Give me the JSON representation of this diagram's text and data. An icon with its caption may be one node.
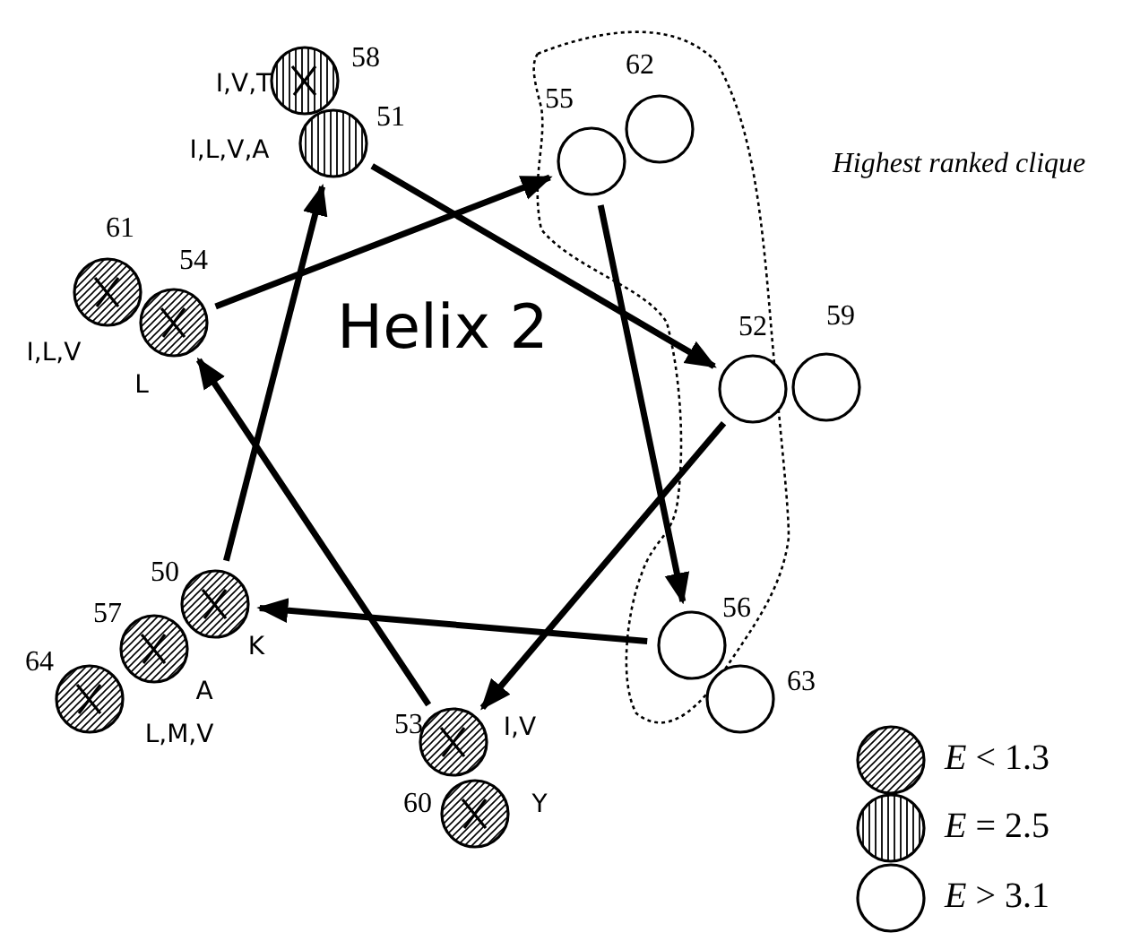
{
  "diagram": {
    "nodes": [
      {
        "text": [
          "Highest ranked clique"
        ]
      },
      {
        "text": [],
        "shape": "circle",
        "beside": [
          "58",
          "I,V,T"
        ]
      },
      {
        "text": [],
        "shape": "circle",
        "beside": [
          "51",
          "I,L,V,A"
        ]
      },
      {
        "text": [],
        "shape": "circle",
        "beside": [
          "55"
        ],
        "in": 0
      },
      {
        "text": [],
        "shape": "circle",
        "beside": [
          "62"
        ],
        "in": 0
      },
      {
        "text": [],
        "shape": "circle",
        "beside": [
          "61",
          "I,L,V"
        ]
      },
      {
        "text": [],
        "shape": "circle",
        "beside": [
          "54",
          "L"
        ]
      },
      {
        "text": [],
        "shape": "circle",
        "beside": [
          "52"
        ],
        "in": 0
      },
      {
        "text": [],
        "shape": "circle",
        "beside": [
          "59"
        ]
      },
      {
        "text": [],
        "shape": "circle",
        "beside": [
          "50",
          "K"
        ]
      },
      {
        "text": [],
        "shape": "circle",
        "beside": [
          "57",
          "A"
        ]
      },
      {
        "text": [],
        "shape": "circle",
        "beside": [
          "64",
          "L,M,V"
        ]
      },
      {
        "text": [],
        "shape": "circle",
        "beside": [
          "56"
        ],
        "in": 0
      },
      {
        "text": [],
        "shape": "circle",
        "beside": [
          "63"
        ]
      },
      {
        "text": [],
        "shape": "circle",
        "beside": [
          "53",
          "I,V"
        ]
      },
      {
        "text": [],
        "shape": "circle",
        "beside": [
          "60",
          "Y"
        ]
      }
    ],
    "edges": [
      {
        "from": 9,
        "to": 2,
        "arrow": "to"
      },
      {
        "from": 2,
        "to": 7,
        "arrow": "to"
      },
      {
        "from": 7,
        "to": 14,
        "arrow": "to"
      },
      {
        "from": 14,
        "to": 6,
        "arrow": "to"
      },
      {
        "from": 6,
        "to": 3,
        "arrow": "to"
      },
      {
        "from": 3,
        "to": 12,
        "arrow": "to"
      },
      {
        "from": 12,
        "to": 9,
        "arrow": "to"
      }
    ],
    "labels": [
      "Helix 2"
    ],
    "legend": [
      {
        "text": "*E* < 1.3"
      },
      {
        "text": "*E* = 2.5"
      },
      {
        "text": "*E* > 3.1"
      }
    ]
  }
}
